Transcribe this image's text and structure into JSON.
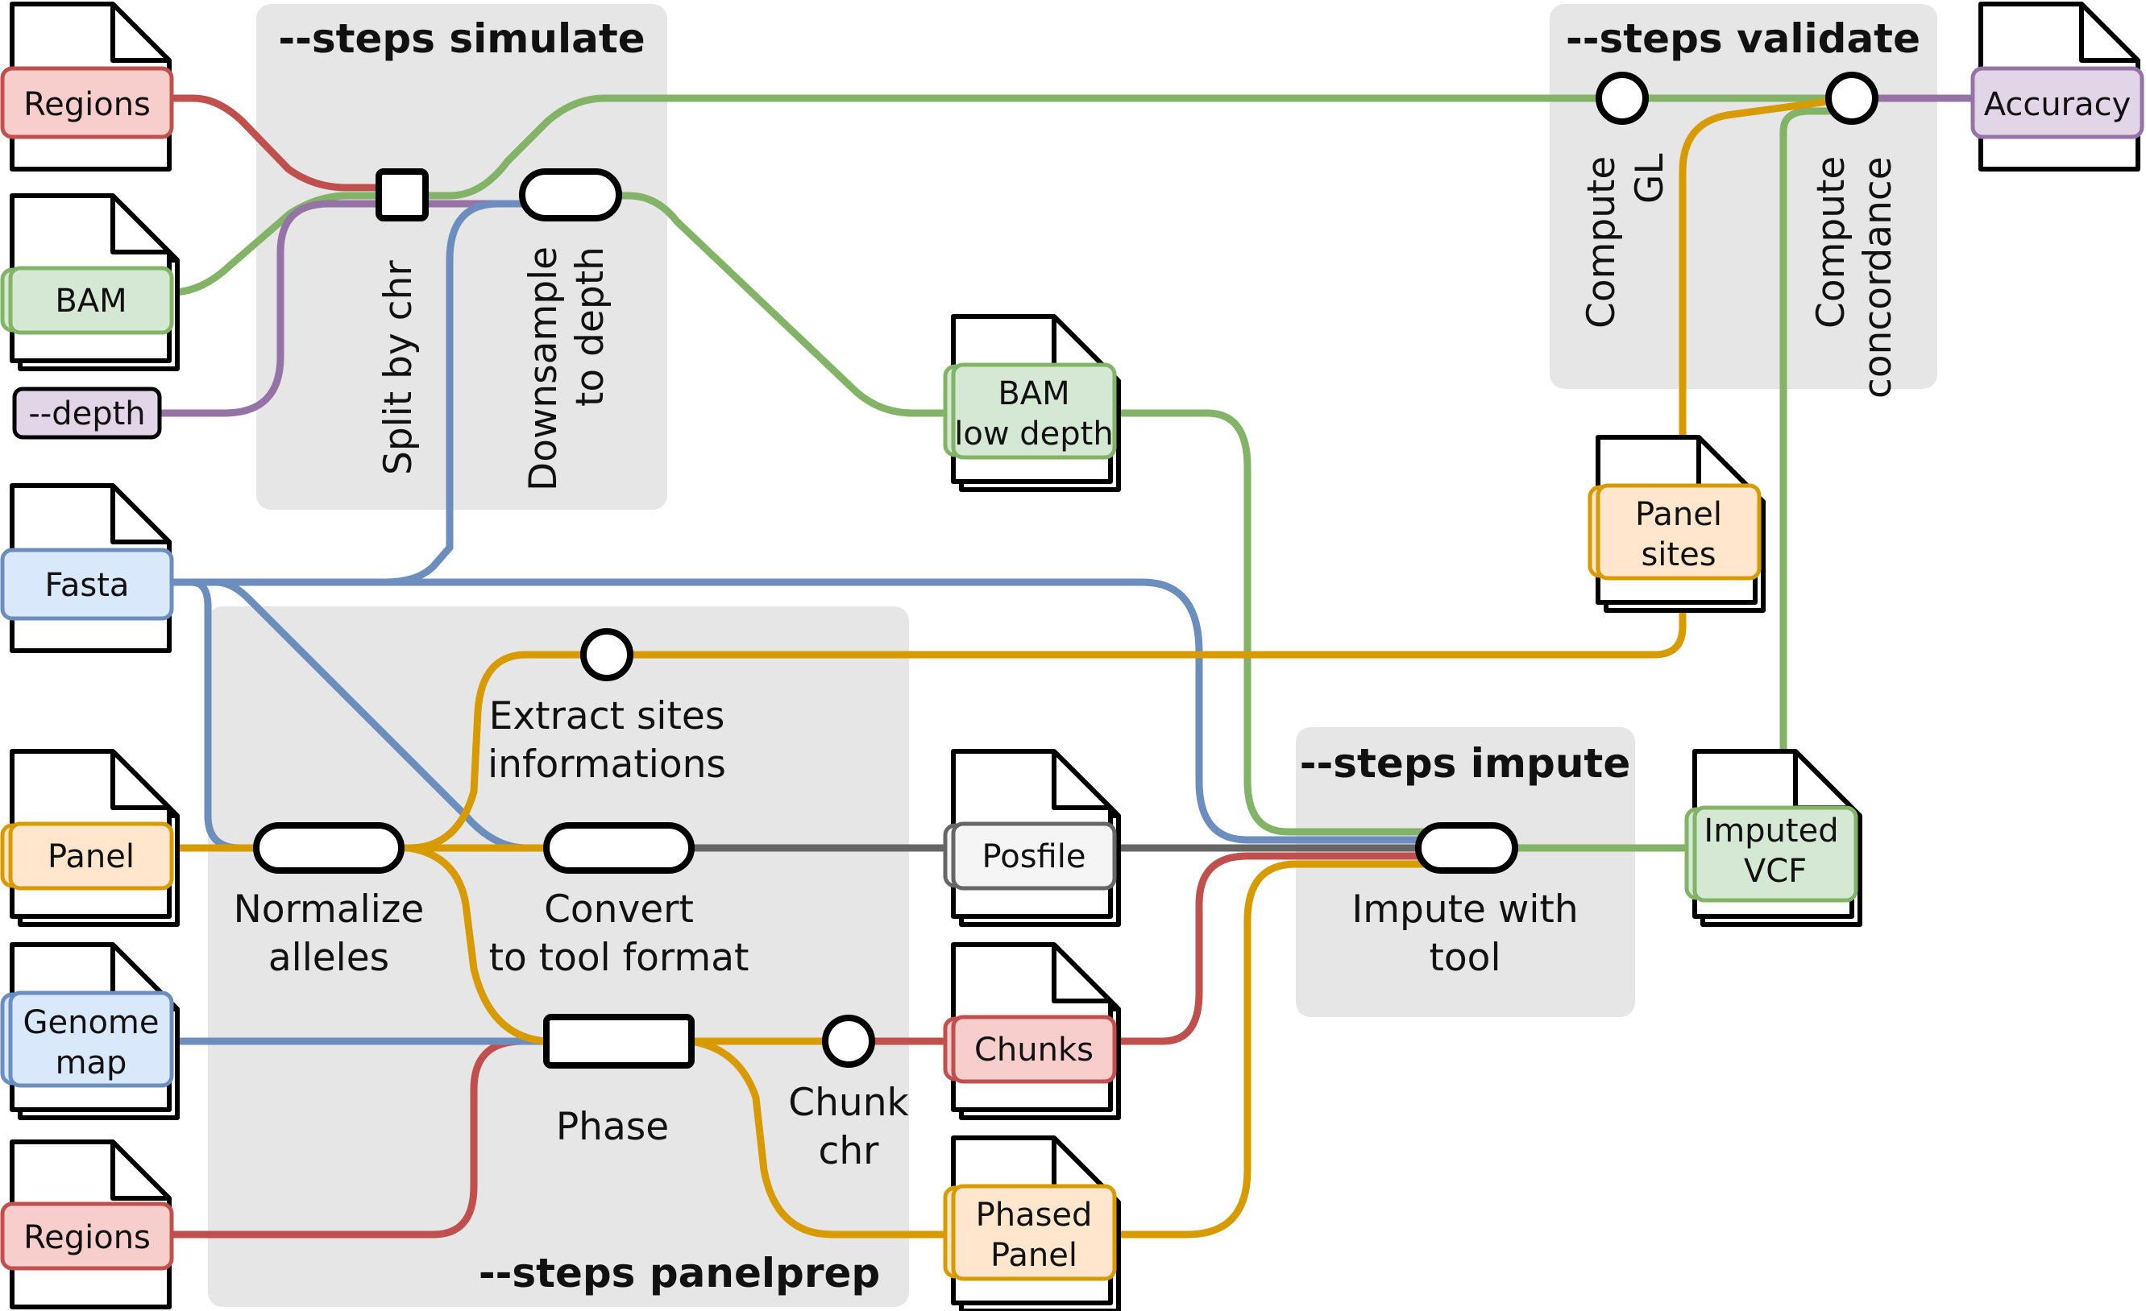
{
  "colors": {
    "red": "#c0504d",
    "green": "#82b366",
    "blue": "#6c8ebf",
    "purple": "#9673a6",
    "orange": "#d79b00",
    "gray": "#666666",
    "red_fill": "#f8cecc",
    "green_fill": "#d5e8d4",
    "blue_fill": "#dae8fc",
    "purple_fill": "#e1d5e7",
    "orange_fill": "#ffe6cc",
    "gray_fill": "#f5f5f5",
    "step_bg": "#e6e6e6"
  },
  "steps": {
    "simulate": "--steps simulate",
    "validate": "--steps validate",
    "impute": "--steps impute",
    "panelprep": "--steps panelprep"
  },
  "inputs": {
    "regions_top": "Regions",
    "bam": "BAM",
    "depth": "--depth",
    "fasta": "Fasta",
    "panel": "Panel",
    "genome_map": [
      "Genome",
      "map"
    ],
    "regions_bottom": "Regions"
  },
  "files": {
    "bam_low_depth": [
      "BAM",
      "low depth"
    ],
    "panel_sites": [
      "Panel",
      "sites"
    ],
    "posfile": "Posfile",
    "chunks": "Chunks",
    "phased_panel": [
      "Phased",
      "Panel"
    ],
    "imputed_vcf": [
      "Imputed",
      "VCF"
    ],
    "accuracy": "Accuracy"
  },
  "processes": {
    "split_by_chr": "Split by chr",
    "downsample": [
      "Downsample",
      "to depth"
    ],
    "compute_gl": [
      "Compute",
      "GL"
    ],
    "compute_concordance": [
      "Compute",
      "concordance"
    ],
    "extract_sites": [
      "Extract sites",
      "informations"
    ],
    "normalize": [
      "Normalize",
      "alleles"
    ],
    "convert": [
      "Convert",
      "to tool format"
    ],
    "phase": "Phase",
    "chunk_chr": [
      "Chunk",
      "chr"
    ],
    "impute": [
      "Impute with",
      "tool"
    ]
  }
}
